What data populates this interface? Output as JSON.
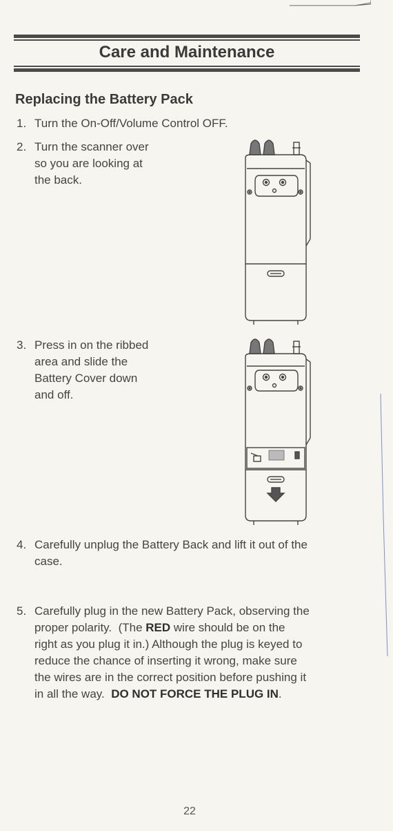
{
  "header": {
    "title": "Care and Maintenance"
  },
  "section": {
    "title": "Replacing the Battery Pack"
  },
  "steps": [
    {
      "num": "1.",
      "lines": [
        "Turn the On-Off/Volume Control OFF."
      ]
    },
    {
      "num": "2.",
      "lines": [
        "Turn the scanner over",
        "so you are looking at",
        "the back."
      ]
    },
    {
      "num": "3.",
      "lines": [
        "Press in on the ribbed",
        "area and slide the",
        "Battery Cover down",
        "and off."
      ]
    },
    {
      "num": "4.",
      "lines": [
        "Carefully unplug the Battery Back and lift it out of the",
        "case."
      ]
    },
    {
      "num": "5.",
      "lines": [
        "Carefully plug in the new Battery Pack, observing the",
        "proper polarity.  (The ",
        "RED",
        " wire should be on the",
        "right as you plug it in.)  Although the plug is keyed to",
        "reduce the chance of inserting it wrong, make sure",
        "the wires are in the correct position before pushing it",
        "in all the way.  ",
        "DO NOT FORCE THE PLUG IN",
        "."
      ]
    }
  ],
  "footer": {
    "page_number": "22"
  }
}
